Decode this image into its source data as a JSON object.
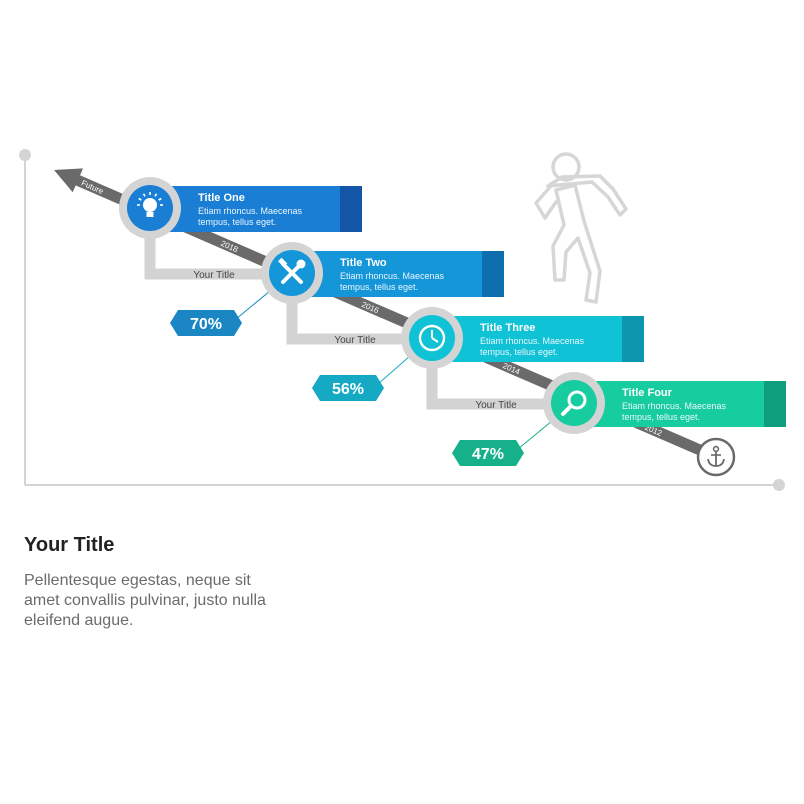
{
  "diagram": {
    "future_label": "Future",
    "steps": [
      {
        "title": "Title One",
        "body_lines": [
          "Etiam rhoncus. Maecenas",
          "tempus, tellus eget."
        ],
        "year": "2018",
        "icon": "lightbulb-icon",
        "color": "#1a7fd4",
        "dark": "#1356a8"
      },
      {
        "title": "Title Two",
        "body_lines": [
          "Etiam rhoncus. Maecenas",
          "tempus, tellus eget."
        ],
        "year": "2016",
        "icon": "tools-icon",
        "color": "#1596d8",
        "dark": "#0d6fae",
        "connector_label": "Your Title",
        "percent": "70%",
        "percent_color": "#1a86c4"
      },
      {
        "title": "Title Three",
        "body_lines": [
          "Etiam rhoncus. Maecenas",
          "tempus, tellus eget."
        ],
        "year": "2014",
        "icon": "clock-icon",
        "color": "#10c2d6",
        "dark": "#0d95ad",
        "connector_label": "Your Title",
        "percent": "56%",
        "percent_color": "#16a9c4"
      },
      {
        "title": "Title Four",
        "body_lines": [
          "Etiam rhoncus. Maecenas",
          "tempus, tellus eget."
        ],
        "year": "2012",
        "icon": "search-icon",
        "color": "#17cc9f",
        "dark": "#0e9e7b",
        "connector_label": "Your Title",
        "percent": "47%",
        "percent_color": "#16b08a"
      }
    ],
    "end_icon": "anchor-icon",
    "figure_icon": "walking-person-icon"
  },
  "footer": {
    "title": "Your Title",
    "body": "Pellentesque egestas, neque sit amet convallis pulvinar, justo nulla eleifend augue."
  }
}
